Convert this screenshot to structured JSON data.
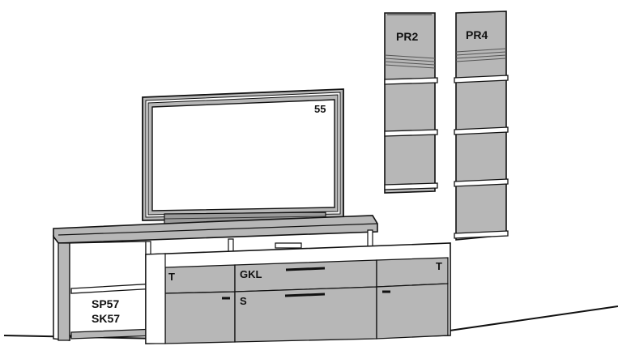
{
  "labels": {
    "shelf_left": "PR2",
    "shelf_right": "PR4",
    "tv_size": "55",
    "side_module_line1": "SP57",
    "side_module_line2": "SK57",
    "door_top_left": "T",
    "drawer_top_center": "GKL",
    "door_top_right": "T",
    "drawer_bottom_center": "S"
  },
  "colors": {
    "panel_gray": "#b7b7b7",
    "panel_light": "#e6e6e6",
    "outline": "#111111",
    "background": "#ffffff"
  }
}
